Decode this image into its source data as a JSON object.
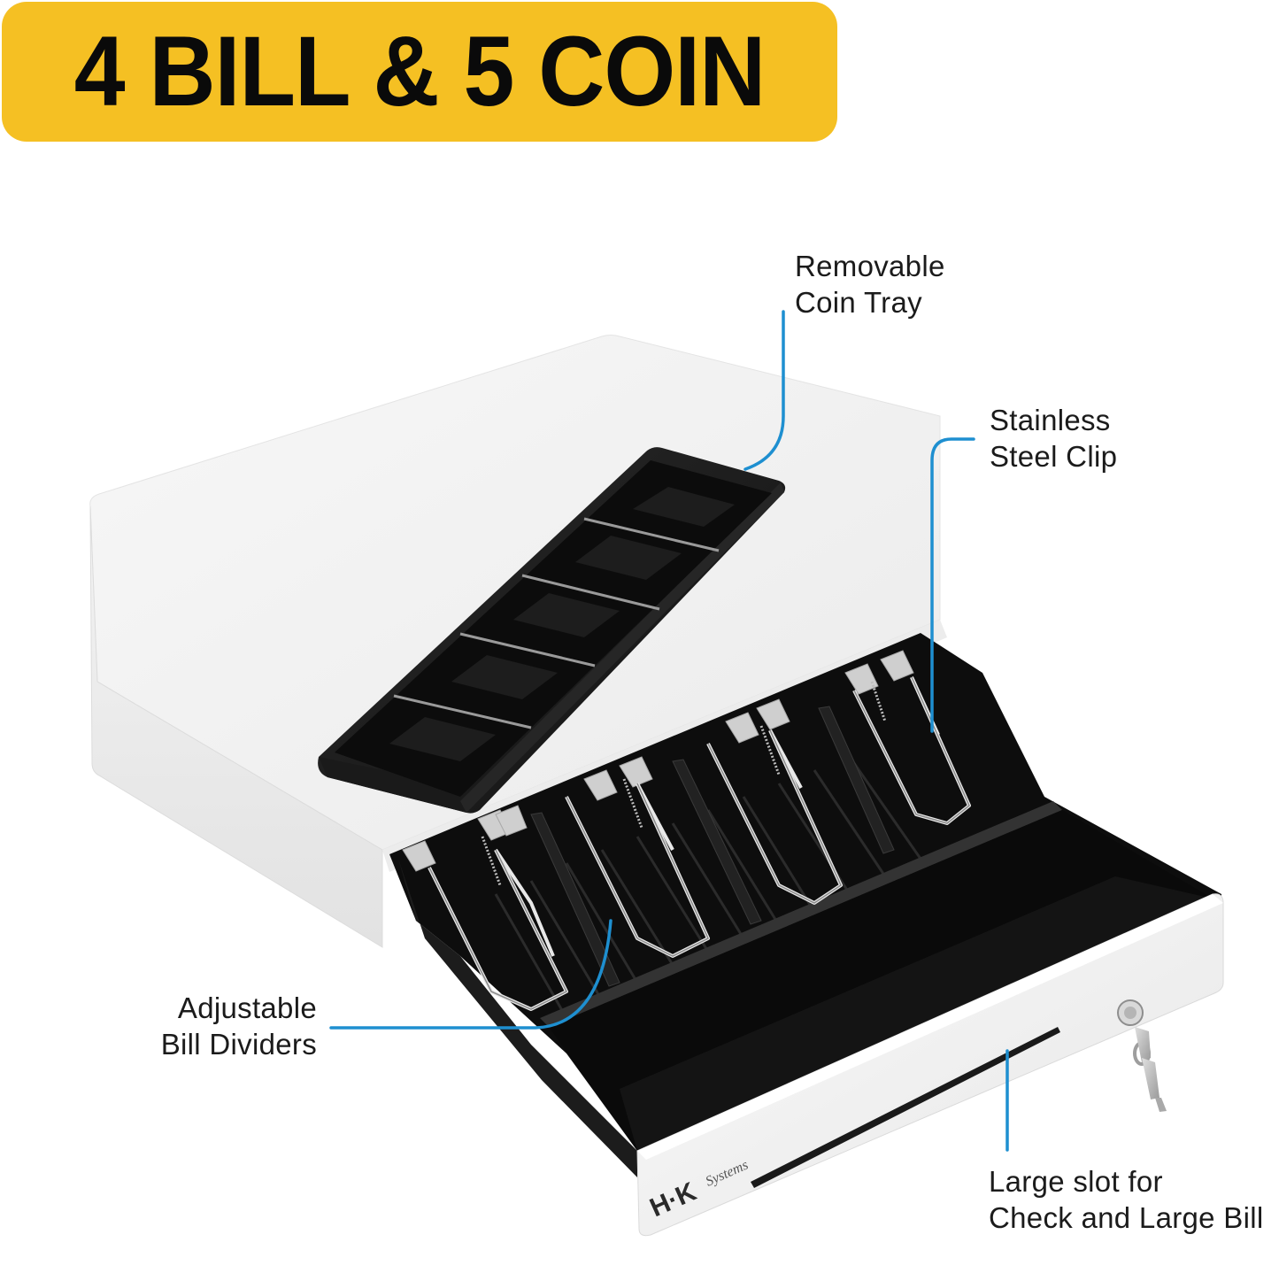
{
  "banner": {
    "title": "4 BILL & 5 COIN",
    "background_color": "#F5C023",
    "text_color": "#0A0A0A"
  },
  "product": {
    "name": "cash drawer",
    "brand_logo": "H·K",
    "brand_sub": "Systems",
    "bill_compartments": 4,
    "coin_compartments": 5,
    "body_color": "#F2F2F2",
    "tray_color": "#1A1A1A"
  },
  "callouts": {
    "line_color": "#1E8FD0",
    "items": [
      {
        "id": "coin-tray",
        "lines": [
          "Removable",
          "Coin Tray"
        ]
      },
      {
        "id": "steel-clip",
        "lines": [
          "Stainless",
          "Steel Clip"
        ]
      },
      {
        "id": "bill-dividers",
        "lines": [
          "Adjustable",
          "Bill Dividers"
        ]
      },
      {
        "id": "large-slot",
        "lines": [
          "Large slot for",
          "Check and Large Bill"
        ]
      }
    ]
  }
}
